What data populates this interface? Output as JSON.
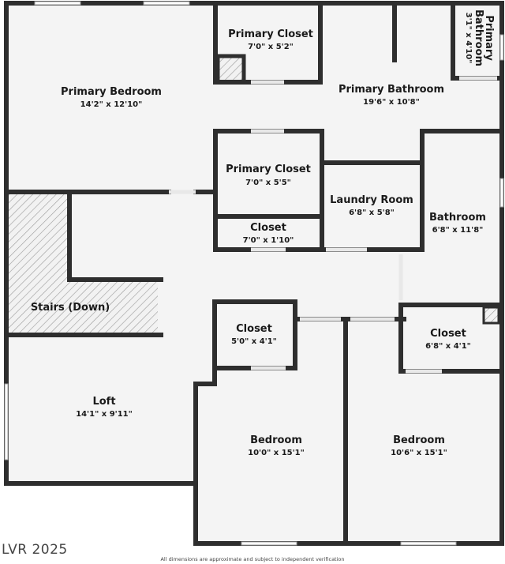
{
  "rooms": {
    "primary_bedroom": {
      "name": "Primary Bedroom",
      "dims": "14'2\" x 12'10\""
    },
    "primary_closet_top": {
      "name": "Primary Closet",
      "dims": "7'0\" x 5'2\""
    },
    "primary_bathroom": {
      "name": "Primary Bathroom",
      "dims": "19'6\" x 10'8\""
    },
    "primary_bathroom_small": {
      "name_line1": "Primary",
      "name_line2": "Bathroom",
      "dims": "3'1\" x 4'10\""
    },
    "primary_closet_mid": {
      "name": "Primary Closet",
      "dims": "7'0\" x 5'5\""
    },
    "closet_small": {
      "name": "Closet",
      "dims": "7'0\" x 1'10\""
    },
    "laundry_room": {
      "name": "Laundry Room",
      "dims": "6'8\" x 5'8\""
    },
    "bathroom": {
      "name": "Bathroom",
      "dims": "6'8\" x 11'8\""
    },
    "stairs": {
      "name": "Stairs (Down)"
    },
    "closet_mid": {
      "name": "Closet",
      "dims": "5'0\" x 4'1\""
    },
    "closet_right": {
      "name": "Closet",
      "dims": "6'8\" x 4'1\""
    },
    "loft": {
      "name": "Loft",
      "dims": "14'1\" x 9'11\""
    },
    "bedroom_left": {
      "name": "Bedroom",
      "dims": "10'0\" x 15'1\""
    },
    "bedroom_right": {
      "name": "Bedroom",
      "dims": "10'6\" x 15'1\""
    }
  },
  "footer": {
    "brand": "LVR 2025",
    "disclaimer": "All dimensions are approximate and subject to independent verification"
  }
}
